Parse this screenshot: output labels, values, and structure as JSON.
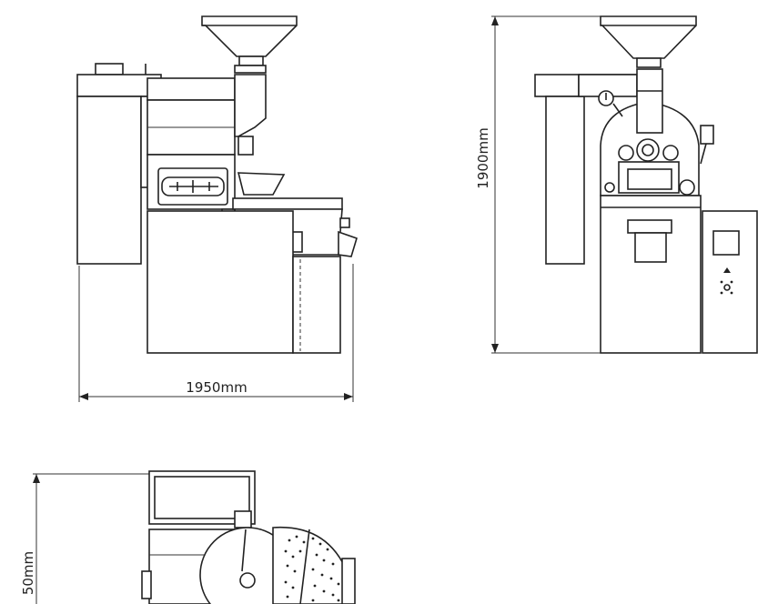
{
  "dimensions": {
    "width_label": "1950mm",
    "height_label": "1900mm",
    "depth_label": "50mm"
  }
}
